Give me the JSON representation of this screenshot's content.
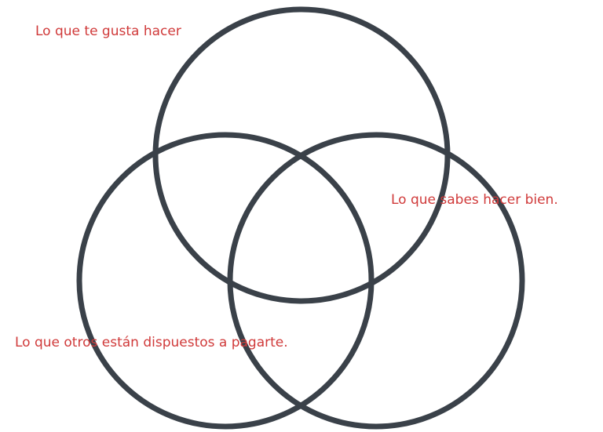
{
  "diagram": {
    "type": "venn",
    "ring_color": "#3a4149",
    "label_color": "#d03a3a",
    "labels": {
      "love": "Lo que te gusta hacer",
      "good": "Lo que sabes hacer bien.",
      "paid": "Lo que otros están dispuestos a pagarte."
    }
  }
}
